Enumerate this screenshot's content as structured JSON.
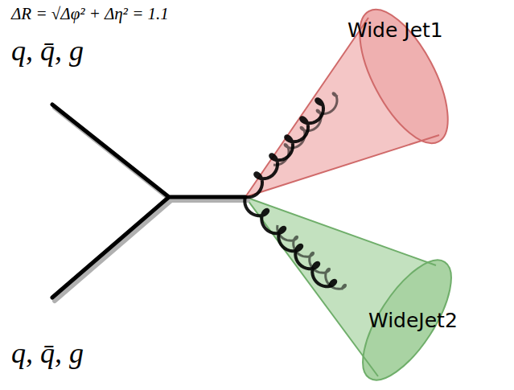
{
  "diagram": {
    "labels": [
      "ΔR = √Δφ² + Δη² = 1.1",
      "q, q̄, g",
      "Wide Jet1",
      "WideJet2",
      "q, q̄, g"
    ]
  }
}
